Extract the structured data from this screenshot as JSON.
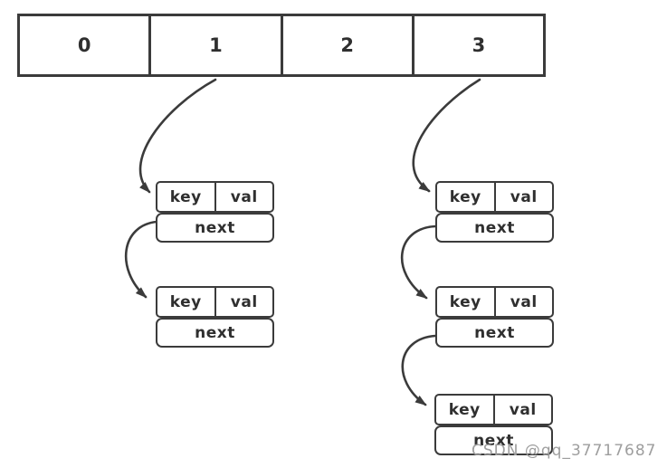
{
  "array": {
    "cells": [
      "0",
      "1",
      "2",
      "3"
    ]
  },
  "node_labels": {
    "key": "key",
    "val": "val",
    "next": "next"
  },
  "chains": [
    {
      "bucket": "1",
      "node_count": 2
    },
    {
      "bucket": "3",
      "node_count": 3
    }
  ],
  "watermark": {
    "text": "CSDN @qq_37717687",
    "color": "#9e9e9e"
  },
  "colors": {
    "line": "#3b3b3b",
    "background": "#ffffff"
  }
}
